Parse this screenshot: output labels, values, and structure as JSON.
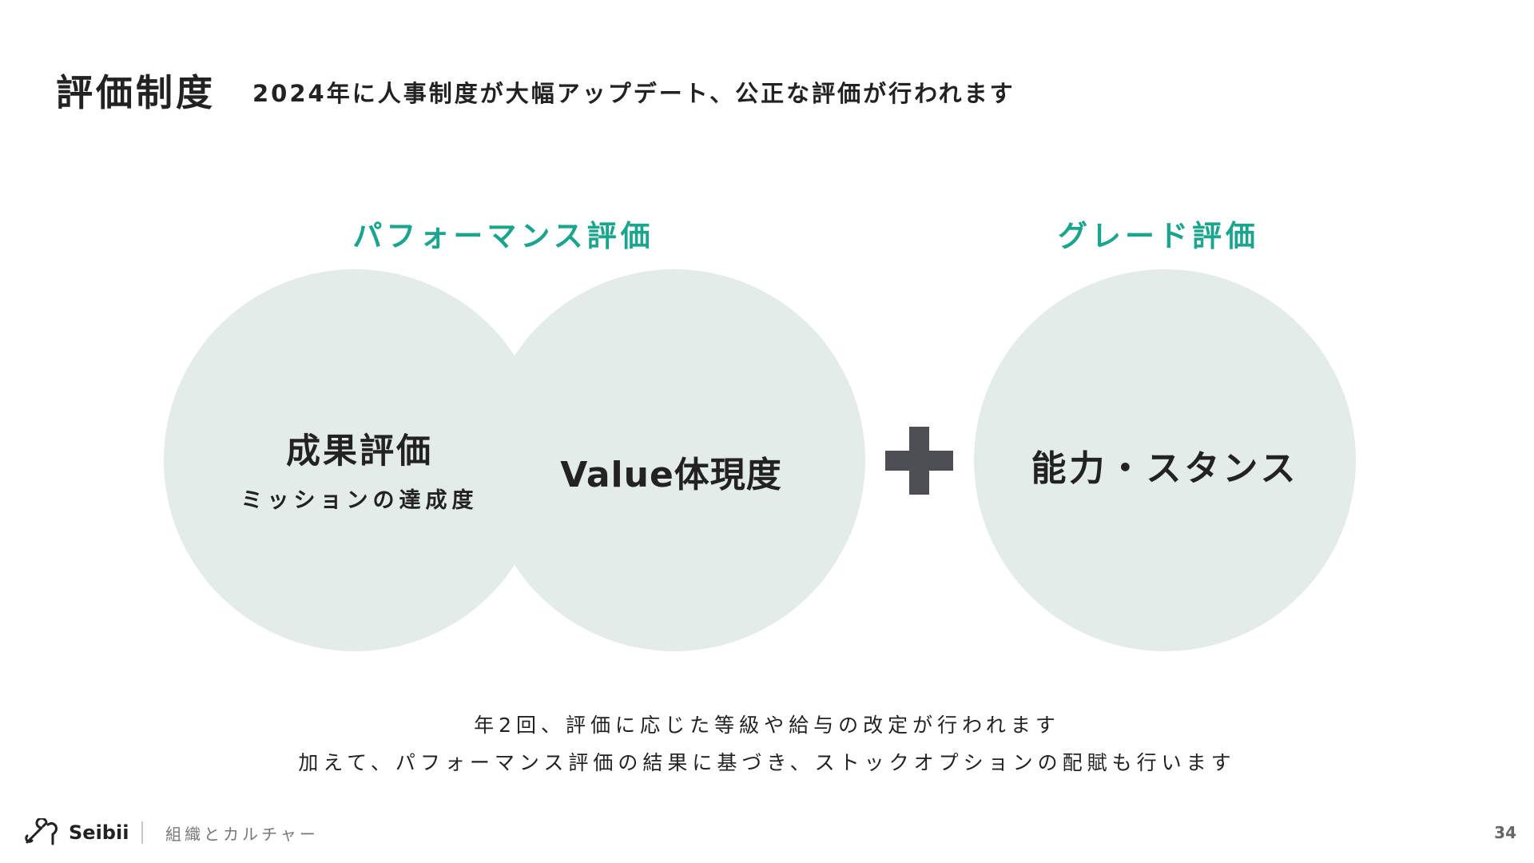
{
  "header": {
    "title": "評価制度",
    "subtitle": "2024年に人事制度が大幅アップデート、公正な評価が行われます"
  },
  "groups": {
    "performance_label": "パフォーマンス評価",
    "grade_label": "グレード評価"
  },
  "circles": {
    "results": {
      "title": "成果評価",
      "subtitle": "ミッションの達成度"
    },
    "value": {
      "title": "Value体現度"
    },
    "ability": {
      "title": "能力・スタンス"
    }
  },
  "description": {
    "line1": "年2回、評価に応じた等級や給与の改定が行われます",
    "line2": "加えて、パフォーマンス評価の結果に基づき、ストックオプションの配賦も行います"
  },
  "footer": {
    "brand": "Seibii",
    "section": "組織とカルチャー",
    "page_number": "34"
  },
  "colors": {
    "accent": "#1ba58e",
    "circle_fill": "#e3ece9",
    "plus": "#4d4f54"
  }
}
